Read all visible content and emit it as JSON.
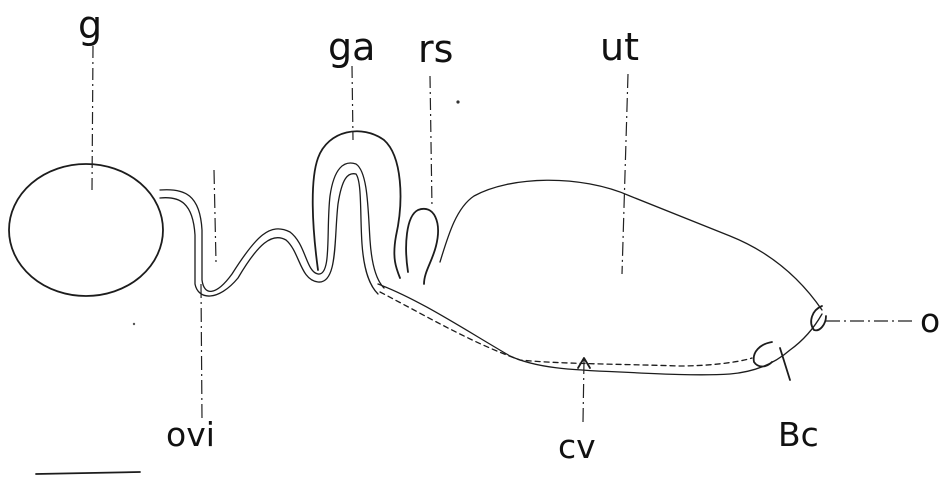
{
  "labels": {
    "g": "g",
    "ga": "ga",
    "rs": "rs",
    "ut": "ut",
    "ovi": "ovi",
    "cv": "cv",
    "bc": "Bc",
    "o": "o"
  }
}
